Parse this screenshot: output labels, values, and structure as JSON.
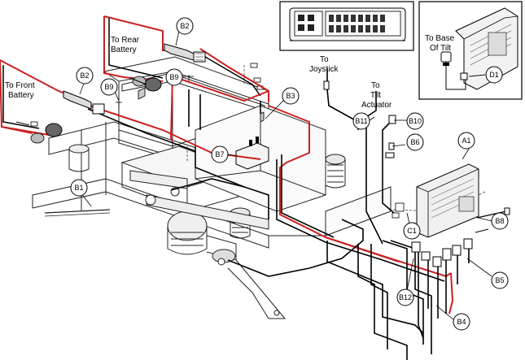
{
  "labels": {
    "to_rear_battery_1": "To Rear",
    "to_rear_battery_2": "Battery",
    "to_front_battery_1": "To Front",
    "to_front_battery_2": "Battery",
    "to_joystick_1": "To",
    "to_joystick_2": "Joystick",
    "to_tilt_actuator_1": "To",
    "to_tilt_actuator_2": "Tilt",
    "to_tilt_actuator_3": "Actuator",
    "to_base_of_tilt_1": "To Base",
    "to_base_of_tilt_2": "Of Tilt"
  },
  "callouts": {
    "a1": "A1",
    "b1": "B1",
    "b2_rear": "B2",
    "b2_front": "B2",
    "b3": "B3",
    "b4": "B4",
    "b5": "B5",
    "b6": "B6",
    "b7": "B7",
    "b8": "B8",
    "b9_rear": "B9",
    "b9_front": "B9",
    "b10": "B10",
    "b11": "B11",
    "b12": "B12",
    "c1": "C1",
    "d1": "D1"
  },
  "colors": {
    "battery_cable_red": "#cc1f1f",
    "cable_black": "#000000",
    "line_art": "#222222"
  }
}
